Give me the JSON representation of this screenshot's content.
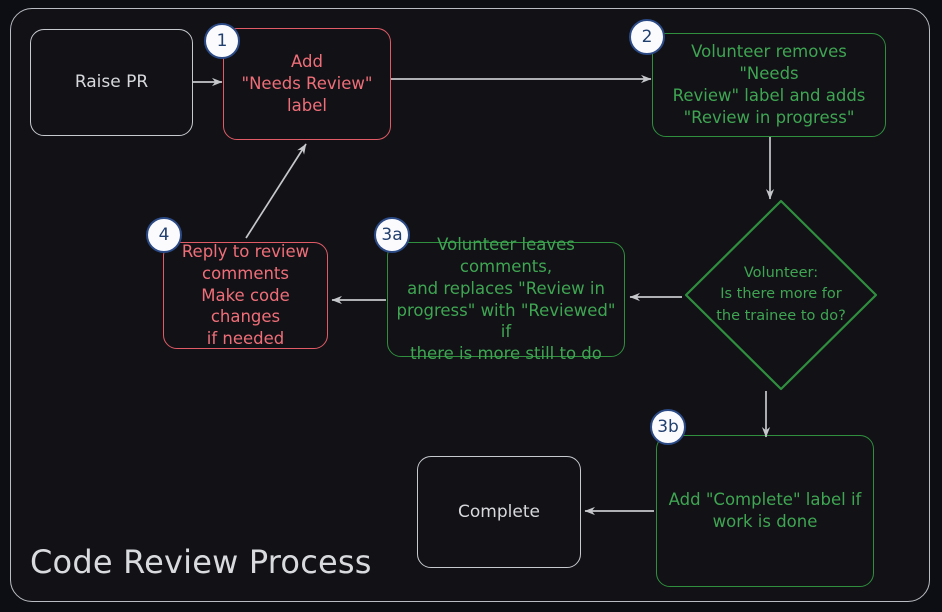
{
  "diagram": {
    "title": "Code Review Process",
    "type": "flowchart",
    "colors": {
      "background": "#111116",
      "frame_border": "#b9bcc2",
      "plain_node": "#c6c9ce",
      "red_node": "#e05b66",
      "red_text": "#ef6e78",
      "green_node": "#2f8f3e",
      "green_text": "#3fa552",
      "badge_fill": "#fbfbfd",
      "badge_border": "#2b4a86",
      "badge_text": "#22406f",
      "edge": "#c5c7cb"
    },
    "nodes": [
      {
        "id": "raise-pr",
        "label": "Raise PR",
        "style": "plain",
        "badge": null
      },
      {
        "id": "add-needs-review",
        "label": "Add\n\"Needs Review\"\nlabel",
        "style": "red",
        "badge": "1"
      },
      {
        "id": "volunteer-removes",
        "label": "Volunteer removes \"Needs\nReview\" label and adds\n\"Review in progress\"",
        "style": "green",
        "badge": "2"
      },
      {
        "id": "decision-more-work",
        "label": "Volunteer:\nIs there more for\nthe trainee to do?",
        "style": "diamond",
        "badge": null
      },
      {
        "id": "volunteer-leaves-comments",
        "label": "Volunteer leaves comments,\nand replaces \"Review in\nprogress\" with \"Reviewed\" if\nthere is more still to do",
        "style": "green",
        "badge": "3a"
      },
      {
        "id": "reply-to-review",
        "label": "Reply to review\ncomments\nMake code changes\nif needed",
        "style": "red",
        "badge": "4"
      },
      {
        "id": "add-complete-label",
        "label": "Add \"Complete\" label if\nwork is done",
        "style": "green",
        "badge": "3b"
      },
      {
        "id": "complete",
        "label": "Complete",
        "style": "plain",
        "badge": null
      }
    ],
    "edges": [
      {
        "from": "raise-pr",
        "to": "add-needs-review"
      },
      {
        "from": "add-needs-review",
        "to": "volunteer-removes"
      },
      {
        "from": "volunteer-removes",
        "to": "decision-more-work"
      },
      {
        "from": "decision-more-work",
        "to": "volunteer-leaves-comments"
      },
      {
        "from": "volunteer-leaves-comments",
        "to": "reply-to-review"
      },
      {
        "from": "reply-to-review",
        "to": "add-needs-review"
      },
      {
        "from": "decision-more-work",
        "to": "add-complete-label"
      },
      {
        "from": "add-complete-label",
        "to": "complete"
      }
    ]
  }
}
